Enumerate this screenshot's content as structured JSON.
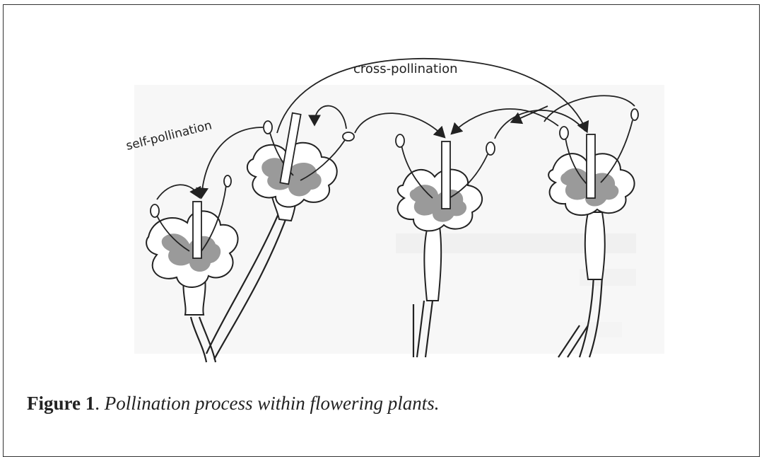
{
  "diagram": {
    "labels": {
      "cross": "cross-pollination",
      "self": "self-pollination"
    },
    "flowers": [
      "flower-1",
      "flower-2",
      "flower-3",
      "flower-4"
    ]
  },
  "caption": {
    "label": "Figure 1",
    "separator": ".",
    "text": "Pollination process within flowering plants."
  },
  "colors": {
    "ink": "#222222",
    "petal_shade": "#9a9a9a",
    "background_ghost": "#e6e6e6"
  }
}
